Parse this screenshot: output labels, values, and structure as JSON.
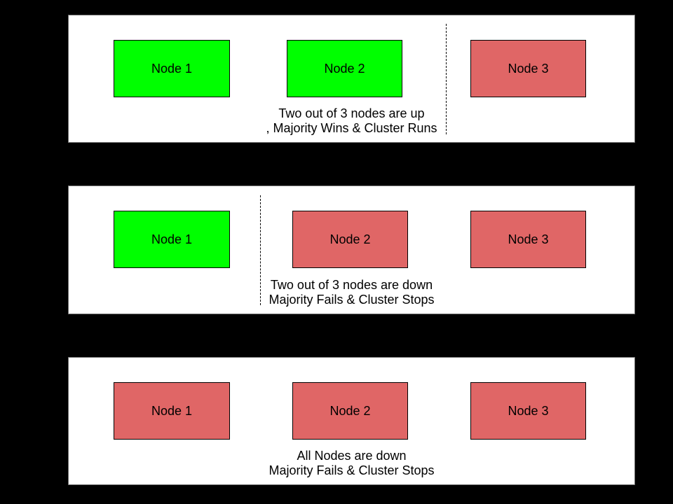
{
  "colors": {
    "page_background": "#000000",
    "panel_background": "#ffffff",
    "node_up": "#00ff00",
    "node_down": "#e06666",
    "node_border": "#000000"
  },
  "panels": [
    {
      "id": "two-nodes-up",
      "nodes": [
        {
          "label": "Node 1",
          "status": "up",
          "color": "#00ff00"
        },
        {
          "label": "Node 2",
          "status": "up",
          "color": "#00ff00"
        },
        {
          "label": "Node 3",
          "status": "down",
          "color": "#e06666"
        }
      ],
      "caption_line1": "Two out of 3 nodes are up",
      "caption_line2": ", Majority Wins & Cluster Runs"
    },
    {
      "id": "two-nodes-down",
      "nodes": [
        {
          "label": "Node 1",
          "status": "up",
          "color": "#00ff00"
        },
        {
          "label": "Node 2",
          "status": "down",
          "color": "#e06666"
        },
        {
          "label": "Node 3",
          "status": "down",
          "color": "#e06666"
        }
      ],
      "caption_line1": "Two out of 3 nodes are down",
      "caption_line2": "Majority Fails & Cluster Stops"
    },
    {
      "id": "all-nodes-down",
      "nodes": [
        {
          "label": "Node 1",
          "status": "down",
          "color": "#e06666"
        },
        {
          "label": "Node 2",
          "status": "down",
          "color": "#e06666"
        },
        {
          "label": "Node 3",
          "status": "down",
          "color": "#e06666"
        }
      ],
      "caption_line1": "All Nodes are down",
      "caption_line2": "Majority Fails & Cluster Stops"
    }
  ]
}
